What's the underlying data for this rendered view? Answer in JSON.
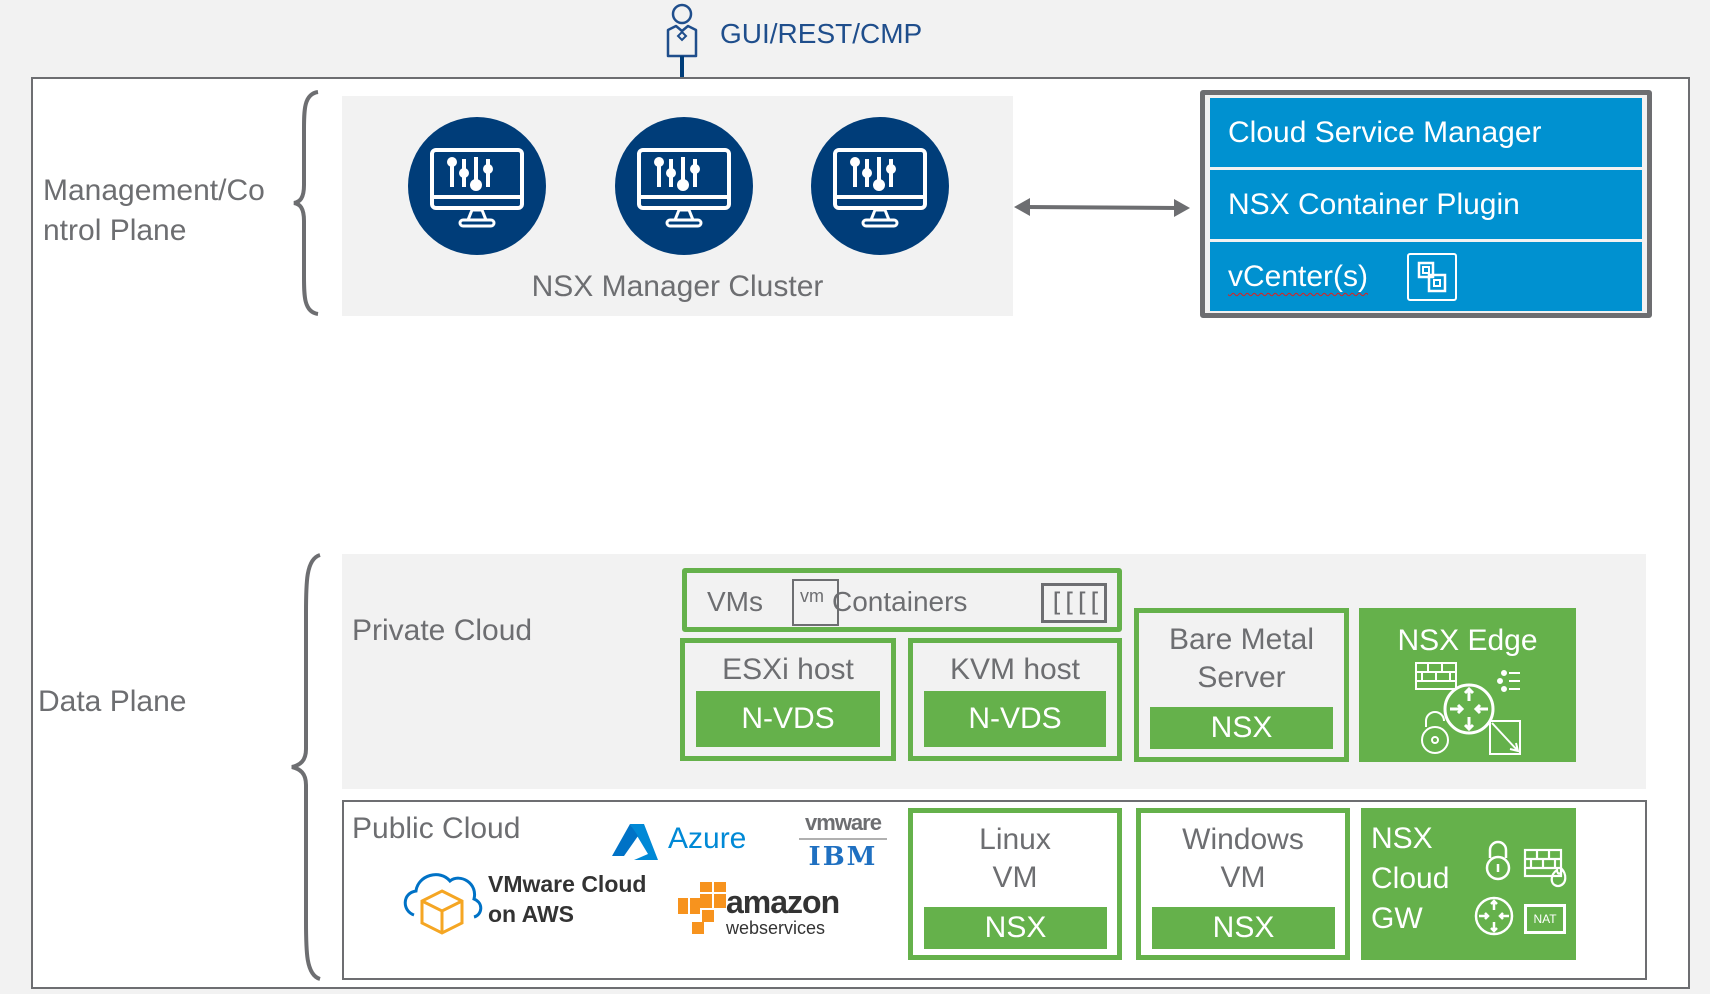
{
  "header": {
    "access_label": "GUI/REST/CMP",
    "user_icon": "user-icon"
  },
  "management_plane": {
    "label": "Management/Control Plane",
    "label_line1": "Management/Co",
    "label_line2": "ntrol Plane",
    "cluster": {
      "label": "NSX Manager Cluster",
      "nodes": [
        {
          "icon": "monitor-sliders-icon"
        },
        {
          "icon": "monitor-sliders-icon"
        },
        {
          "icon": "monitor-sliders-icon"
        }
      ]
    },
    "services": [
      {
        "label": "Cloud Service Manager"
      },
      {
        "label": "NSX Container Plugin"
      },
      {
        "label": "vCenter(s)",
        "icon": "vcenter-icon"
      }
    ],
    "connector_icon": "bidirectional-arrow-icon"
  },
  "data_plane": {
    "label": "Data Plane",
    "private_cloud": {
      "label": "Private Cloud",
      "workloads": {
        "vms_label": "VMs",
        "vm_icon_text": "vm",
        "containers_label": "Containers",
        "containers_icon": "[[[[",
        "containers_icon_name": "containers-icon"
      },
      "hosts": [
        {
          "title": "ESXi host",
          "switch": "N-VDS"
        },
        {
          "title": "KVM host",
          "switch": "N-VDS"
        }
      ],
      "bare_metal": {
        "title_line1": "Bare Metal",
        "title_line2": "Server",
        "agent": "NSX"
      },
      "edge": {
        "title": "NSX Edge",
        "icon": "edge-services-icon"
      }
    },
    "public_cloud": {
      "label": "Public Cloud",
      "providers": {
        "azure": "Azure",
        "vmc_line1": "VMware Cloud",
        "vmc_line2": "on AWS",
        "vmware": "vmware",
        "ibm": "IBM",
        "amazon": "amazon",
        "webservices": "webservices"
      },
      "vms": [
        {
          "title_line1": "Linux",
          "title_line2": "VM",
          "agent": "NSX"
        },
        {
          "title_line1": "Windows",
          "title_line2": "VM",
          "agent": "NSX"
        }
      ],
      "gateway": {
        "line1": "NSX",
        "line2": "Cloud",
        "line3": "GW",
        "nat_label": "NAT"
      }
    }
  },
  "colors": {
    "navy": "#003d79",
    "blue": "#0091d0",
    "green": "#65b14b",
    "gray": "#6d6e71",
    "panel": "#f2f2f2",
    "label_blue": "#1f4e8c"
  }
}
